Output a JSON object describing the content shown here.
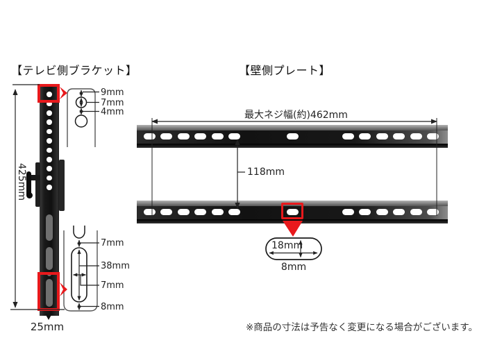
{
  "colors": {
    "highlight_red": "#e8191c",
    "metal_dark": "#111111",
    "dimension_line": "#222222"
  },
  "footer_note": "※商品の寸法は予告なく変更になる場合がございます。",
  "tv_bracket": {
    "title": "【テレビ側ブラケット】",
    "total_height": "425mm",
    "bottom_width": "25mm",
    "hole_count": 11,
    "top_detail": {
      "edge_to_hole": "9mm",
      "hole_diameter": "7mm",
      "hole_gap": "4mm"
    },
    "bottom_detail": {
      "gap_above_slot": "7mm",
      "slot_length": "38mm",
      "slot_width": "7mm",
      "slot_to_edge": "8mm"
    }
  },
  "wall_plate": {
    "title": "【壁側プレート】",
    "max_screw_width": "最大ネジ幅(約)462mm",
    "row_spacing": "118mm",
    "slot_detail": {
      "slot_width": "18mm",
      "slot_height": "8mm"
    },
    "slot_groups": [
      6,
      1,
      6
    ]
  }
}
